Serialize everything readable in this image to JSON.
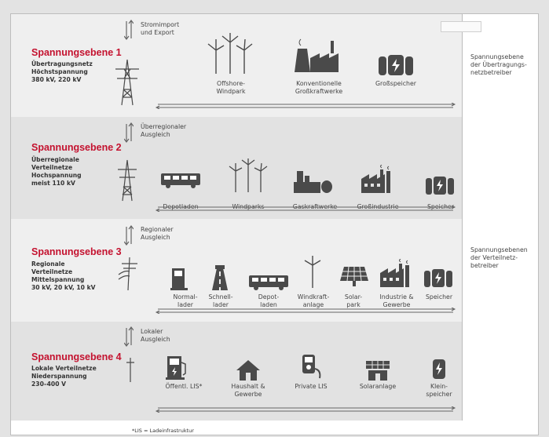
{
  "levels": [
    {
      "title": "Spannungsebene 1",
      "desc": [
        "Übertragungsnetz",
        "Höchstspannung",
        "380 kV, 220 kV"
      ],
      "exchange": [
        "Stromimport",
        "und Export"
      ],
      "items": [
        {
          "icon": "wind-turbines-icon",
          "label": [
            "Offshore-",
            "Windpark"
          ]
        },
        {
          "icon": "power-plant-icon",
          "label": [
            "Konventionelle",
            "Großkraftwerke"
          ]
        },
        {
          "icon": "battery-storage-icon",
          "label": [
            "Großspeicher"
          ]
        }
      ]
    },
    {
      "title": "Spannungsebene 2",
      "desc": [
        "Überregionale",
        "Verteilnetze",
        "Hochspannung",
        "meist 110 kV"
      ],
      "exchange": [
        "Überregionaler",
        "Ausgleich"
      ],
      "items": [
        {
          "icon": "bus-icon",
          "label": [
            "Depotladen"
          ]
        },
        {
          "icon": "wind-turbines-icon",
          "label": [
            "Windparks"
          ]
        },
        {
          "icon": "gas-plant-icon",
          "label": [
            "Gaskraftwerke"
          ]
        },
        {
          "icon": "factory-icon",
          "label": [
            "Großindustrie"
          ]
        },
        {
          "icon": "battery-storage-icon",
          "label": [
            "Speicher"
          ]
        }
      ]
    },
    {
      "title": "Spannungsebene 3",
      "desc": [
        "Regionale",
        "Verteilnetze",
        "Mittelspannung",
        "30 kV, 20 kV, 10 kV"
      ],
      "exchange": [
        "Regionaler",
        "Ausgleich"
      ],
      "items": [
        {
          "icon": "charger-icon",
          "label": [
            "Normal-",
            "lader"
          ]
        },
        {
          "icon": "fast-charger-icon",
          "label": [
            "Schnell-",
            "lader"
          ]
        },
        {
          "icon": "bus-icon",
          "label": [
            "Depot-",
            "laden"
          ]
        },
        {
          "icon": "wind-turbine-icon",
          "label": [
            "Windkraft-",
            "anlage"
          ]
        },
        {
          "icon": "solar-panel-icon",
          "label": [
            "Solar-",
            "park"
          ]
        },
        {
          "icon": "factory-icon",
          "label": [
            "Industrie &",
            "Gewerbe"
          ]
        },
        {
          "icon": "battery-storage-icon",
          "label": [
            "Speicher"
          ]
        }
      ]
    },
    {
      "title": "Spannungsebene 4",
      "desc": [
        "Lokale Verteilnetze",
        "Niederspannung",
        "230–400 V"
      ],
      "exchange": [
        "Lokaler",
        "Ausgleich"
      ],
      "items": [
        {
          "icon": "charging-station-icon",
          "label": [
            "Öffentl. LIS*"
          ]
        },
        {
          "icon": "house-icon",
          "label": [
            "Haushalt &",
            "Gewerbe"
          ]
        },
        {
          "icon": "wallbox-icon",
          "label": [
            "Private LIS"
          ]
        },
        {
          "icon": "solar-roof-icon",
          "label": [
            "Solaranlage"
          ]
        },
        {
          "icon": "small-battery-icon",
          "label": [
            "Klein-",
            "speicher"
          ]
        }
      ]
    }
  ],
  "operators": {
    "transmission": [
      "Spannungsebene",
      "der Übertragungs-",
      "netzbetreiber"
    ],
    "distribution": [
      "Spannungsebenen",
      "der Verteilnetz-",
      "betreiber"
    ]
  },
  "footnote": "*LIS = Ladeinfrastruktur",
  "colors": {
    "accent": "#c4122f",
    "icon": "#4a4a4a",
    "text": "#333333"
  }
}
